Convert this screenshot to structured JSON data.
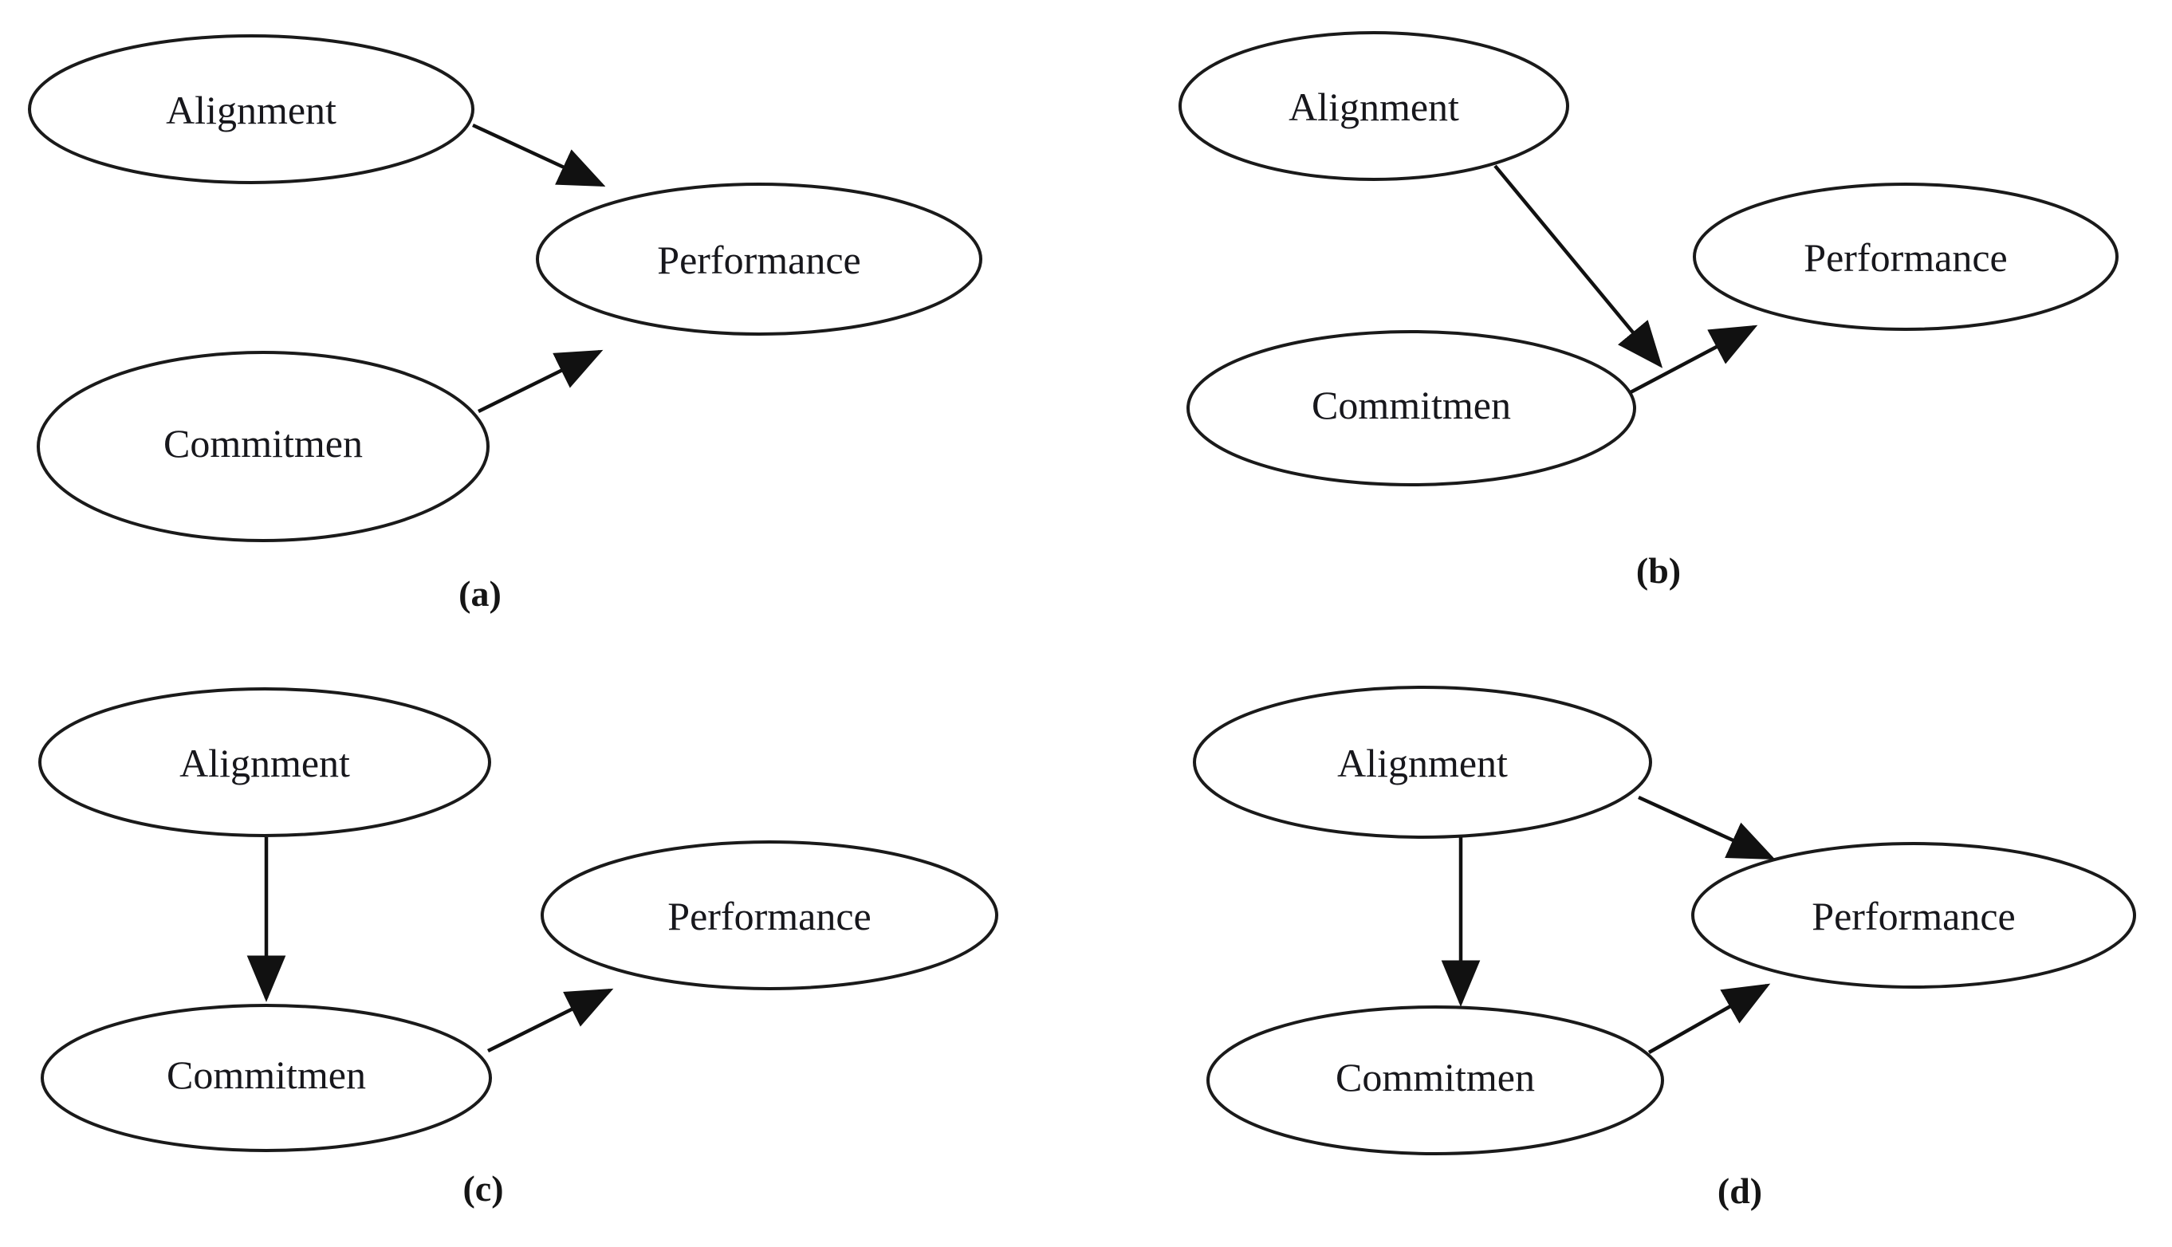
{
  "figure": {
    "type": "path-diagram",
    "description": "Four conceptual path models relating Alignment, Commitmen and Performance",
    "background_color": "#ffffff",
    "stroke_color": "#1a1a1a",
    "text_color": "#17171c",
    "node_shape": "ellipse"
  },
  "panels": {
    "a": {
      "label": "(a)",
      "nodes": {
        "alignment": "Alignment",
        "commitmen": "Commitmen",
        "performance": "Performance"
      },
      "edges": [
        "Alignment → Performance",
        "Commitmen → Performance"
      ]
    },
    "b": {
      "label": "(b)",
      "nodes": {
        "alignment": "Alignment",
        "commitmen": "Commitmen",
        "performance": "Performance"
      },
      "edges": [
        "Alignment → (moderates Commitmen → Performance path)",
        "Commitmen → Performance"
      ]
    },
    "c": {
      "label": "(c)",
      "nodes": {
        "alignment": "Alignment",
        "commitmen": "Commitmen",
        "performance": "Performance"
      },
      "edges": [
        "Alignment → Commitmen",
        "Commitmen → Performance"
      ]
    },
    "d": {
      "label": "(d)",
      "nodes": {
        "alignment": "Alignment",
        "commitmen": "Commitmen",
        "performance": "Performance"
      },
      "edges": [
        "Alignment → Performance",
        "Alignment → Commitmen",
        "Commitmen → Performance"
      ]
    }
  }
}
